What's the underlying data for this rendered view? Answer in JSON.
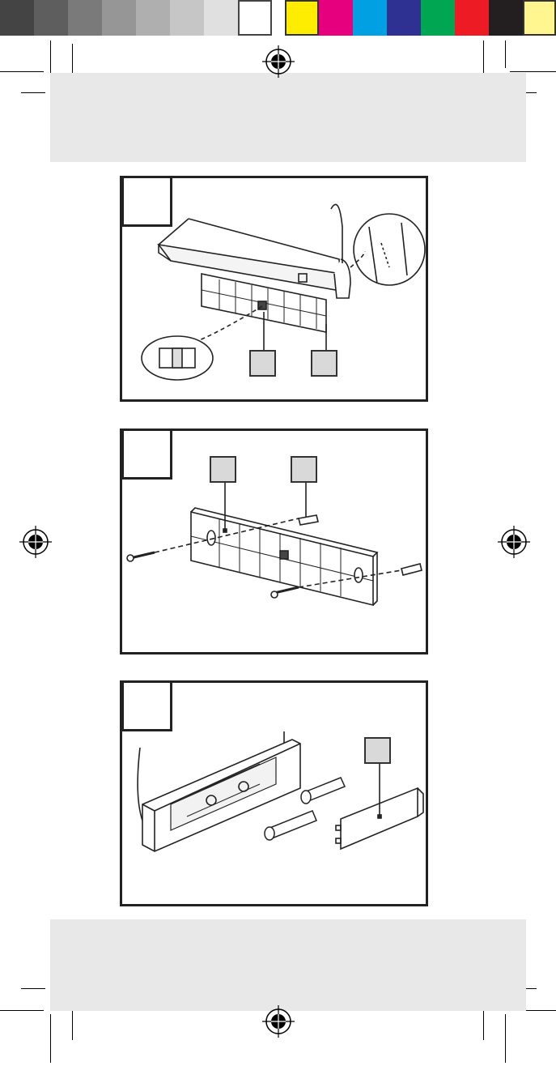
{
  "color_bar": {
    "greys": [
      "#444444",
      "#5e5e5e",
      "#7a7a7a",
      "#969696",
      "#afafaf",
      "#c6c6c6",
      "#e0e0e0",
      "#ffffff"
    ],
    "colors": [
      "#ffed00",
      "#e6007e",
      "#00a0e3",
      "#2e3192",
      "#00a651",
      "#ed1c24",
      "#231f20",
      "#fff68f"
    ]
  },
  "band_color": "#e8e8e8",
  "figures": [
    {
      "name": "mounting-plate-alignment",
      "icon": "spirit-level-icon"
    },
    {
      "name": "wall-screw-fixing",
      "icon": "screw-icon"
    },
    {
      "name": "battery-insertion",
      "icon": "battery-icon"
    }
  ]
}
